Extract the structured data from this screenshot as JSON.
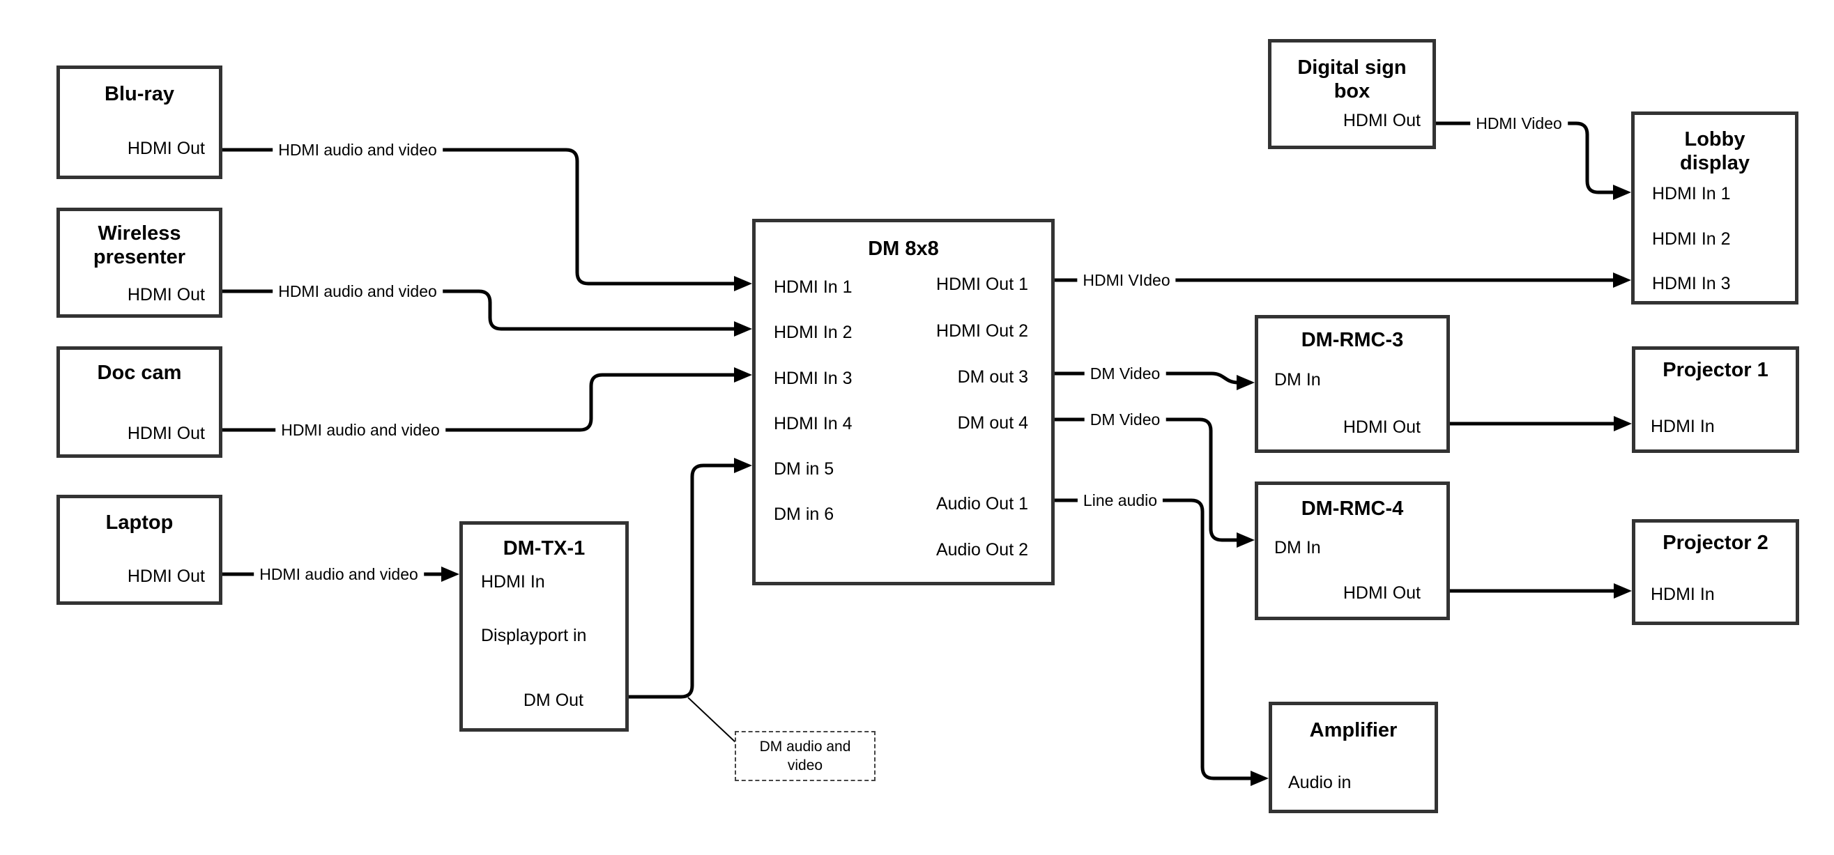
{
  "nodes": {
    "bluray": {
      "title": "Blu-ray",
      "port_hdmi_out": "HDMI Out"
    },
    "wireless": {
      "title_line1": "Wireless",
      "title_line2": "presenter",
      "port_hdmi_out": "HDMI Out"
    },
    "doccam": {
      "title": "Doc cam",
      "port_hdmi_out": "HDMI Out"
    },
    "laptop": {
      "title": "Laptop",
      "port_hdmi_out": "HDMI Out"
    },
    "dmtx1": {
      "title": "DM-TX-1",
      "port_hdmi_in": "HDMI In",
      "port_displayport_in": "Displayport in",
      "port_dm_out": "DM Out"
    },
    "dm8x8": {
      "title": "DM 8x8",
      "port_hdmi_in_1": "HDMI In 1",
      "port_hdmi_in_2": "HDMI In 2",
      "port_hdmi_in_3": "HDMI In 3",
      "port_hdmi_in_4": "HDMI In 4",
      "port_dm_in_5": "DM in 5",
      "port_dm_in_6": "DM in 6",
      "port_hdmi_out_1": "HDMI Out 1",
      "port_hdmi_out_2": "HDMI Out 2",
      "port_dm_out_3": "DM out 3",
      "port_dm_out_4": "DM out 4",
      "port_audio_out_1": "Audio Out 1",
      "port_audio_out_2": "Audio Out 2"
    },
    "digital_sign": {
      "title_line1": "Digital sign",
      "title_line2": "box",
      "port_hdmi_out": "HDMI Out"
    },
    "lobby": {
      "title_line1": "Lobby",
      "title_line2": "display",
      "port_hdmi_in_1": "HDMI In 1",
      "port_hdmi_in_2": "HDMI In 2",
      "port_hdmi_in_3": "HDMI In 3"
    },
    "dmrmc3": {
      "title": "DM-RMC-3",
      "port_dm_in": "DM In",
      "port_hdmi_out": "HDMI Out"
    },
    "projector1": {
      "title": "Projector 1",
      "port_hdmi_in": "HDMI In"
    },
    "dmrmc4": {
      "title": "DM-RMC-4",
      "port_dm_in": "DM In",
      "port_hdmi_out": "HDMI Out"
    },
    "projector2": {
      "title": "Projector 2",
      "port_hdmi_in": "HDMI In"
    },
    "amplifier": {
      "title": "Amplifier",
      "port_audio_in": "Audio in"
    }
  },
  "edge_labels": {
    "bluray_to_dm": "HDMI audio and video",
    "wireless_to_dm": "HDMI audio and video",
    "doccam_to_dm": "HDMI audio and video",
    "laptop_to_tx": "HDMI audio and video",
    "out1_to_lobby": "HDMI VIdeo",
    "sign_to_lobby": "HDMI Video",
    "out3_to_rmc3": "DM Video",
    "out4_to_rmc4": "DM Video",
    "audio1_to_amp": "Line audio"
  },
  "note": {
    "line1": "DM audio and",
    "line2": "video"
  },
  "colors": {
    "background": "#ffffff",
    "box_border": "#333333",
    "wire": "#000000"
  }
}
